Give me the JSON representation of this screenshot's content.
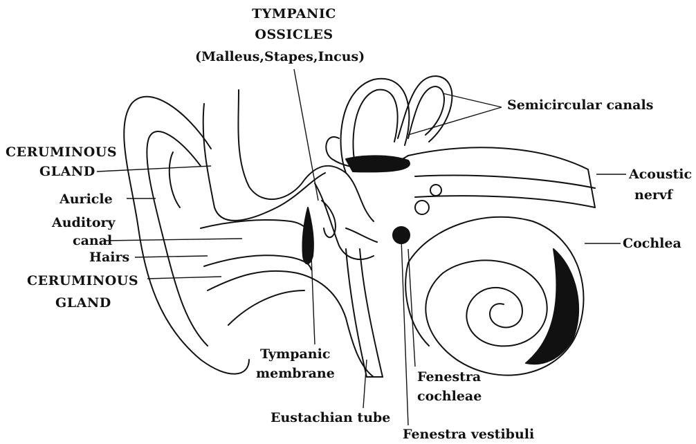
{
  "colors": {
    "ink": "#111111",
    "fill": "#111111",
    "paper": "#ffffff"
  },
  "labels": {
    "ossicles_1": "TYMPANIC",
    "ossicles_2": "OSSICLES",
    "ossicles_3": "(Malleus,Stapes,Incus)",
    "semicircular": "Semicircular  canals",
    "ceruminous_top_1": "CERUMINOUS",
    "ceruminous_top_2": "GLAND",
    "auricle": "Auricle",
    "auditory_1": "Auditory",
    "auditory_2": "canal",
    "hairs": "Hairs",
    "ceruminous_bottom_1": "CERUMINOUS",
    "ceruminous_bottom_2": "GLAND",
    "acoustic_1": "Acoustic",
    "acoustic_2": "nervf",
    "cochlea": "Cochlea",
    "tympanic_membrane_1": "Tympanic",
    "tympanic_membrane_2": "membrane",
    "fenestra_cochleae_1": "Fenestra",
    "fenestra_cochleae_2": "cochleae",
    "eustachian": "Eustachian tube",
    "fenestra_vestibuli": "Fenestra  vestibuli"
  }
}
